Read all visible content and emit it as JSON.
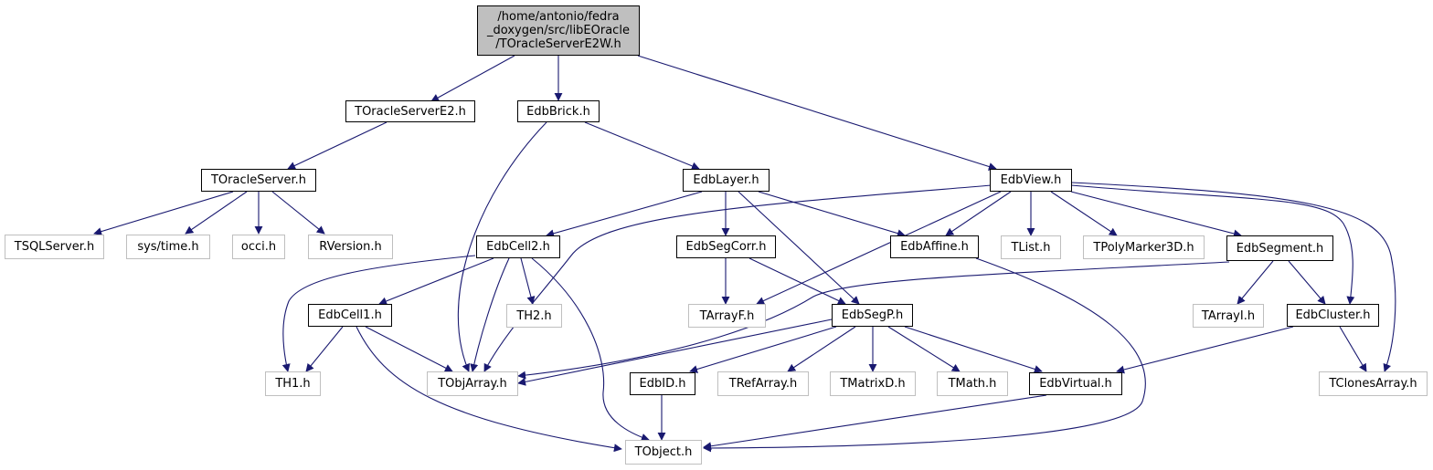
{
  "colors": {
    "edge": "#191970",
    "box_border": "#000000",
    "external_border": "#bfbfbf",
    "root_fill": "#bfbfbf"
  },
  "root": {
    "lines": [
      "/home/antonio/fedra",
      "_doxygen/src/libEOracle",
      "/TOracleServerE2W.h"
    ]
  },
  "nodes": {
    "toracleservere2": "TOracleServerE2.h",
    "edbbrick": "EdbBrick.h",
    "toracleserver": "TOracleServer.h",
    "edblayer": "EdbLayer.h",
    "edbview": "EdbView.h",
    "tsqlserver": "TSQLServer.h",
    "systime": "sys/time.h",
    "occi": "occi.h",
    "rversion": "RVersion.h",
    "edbcell2": "EdbCell2.h",
    "edbsegcorr": "EdbSegCorr.h",
    "edbaffine": "EdbAffine.h",
    "tlist": "TList.h",
    "tpolymarker3d": "TPolyMarker3D.h",
    "edbsegment": "EdbSegment.h",
    "edbcell1": "EdbCell1.h",
    "th2": "TH2.h",
    "tarrayf": "TArrayF.h",
    "edbsegp": "EdbSegP.h",
    "tarrayi": "TArrayI.h",
    "edbcluster": "EdbCluster.h",
    "th1": "TH1.h",
    "tobjarray": "TObjArray.h",
    "edbid": "EdbID.h",
    "trefarray": "TRefArray.h",
    "tmatrixd": "TMatrixD.h",
    "tmath": "TMath.h",
    "edbvirtual": "EdbVirtual.h",
    "tclonesarray": "TClonesArray.h",
    "tobject": "TObject.h"
  }
}
